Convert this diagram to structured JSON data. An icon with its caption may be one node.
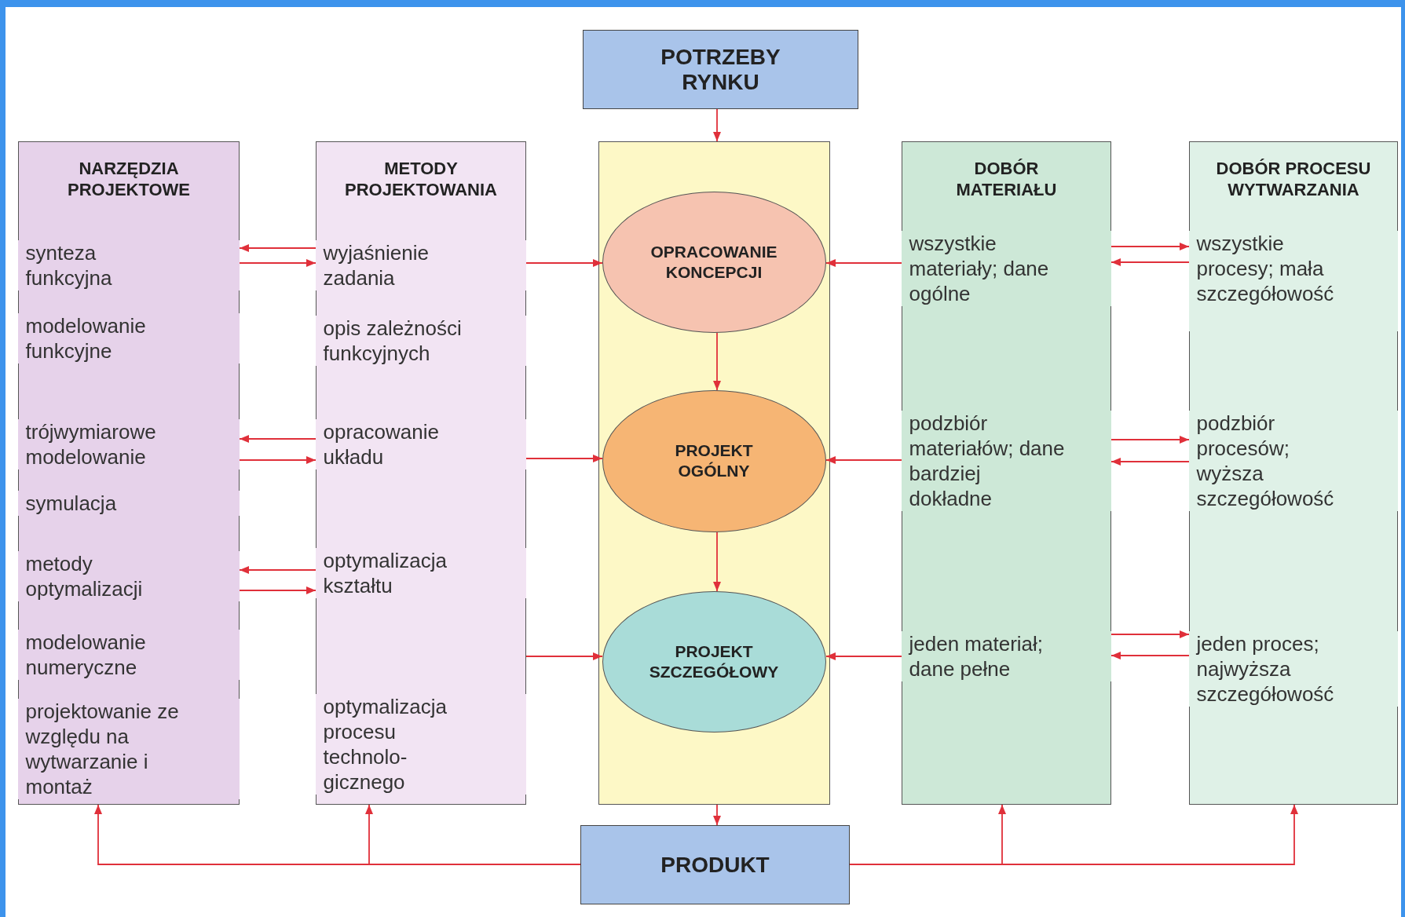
{
  "diagram": {
    "nodes": [
      {
        "text": [
          "POTRZEBY RYNKU"
        ]
      },
      {
        "text": [
          "NARZĘDZIA PROJEKTOWE"
        ]
      },
      {
        "text": [
          "synteza funkcyjna"
        ],
        "in": 1
      },
      {
        "text": [
          "modelowanie funkcyjne"
        ],
        "in": 1
      },
      {
        "text": [
          "trójwymiarowe modelowanie"
        ],
        "in": 1
      },
      {
        "text": [
          "symulacja"
        ],
        "in": 1
      },
      {
        "text": [
          "metody optymalizacji"
        ],
        "in": 1
      },
      {
        "text": [
          "modelowanie numeryczne"
        ],
        "in": 1
      },
      {
        "text": [
          "projektowanie ze względu na wytwarzanie i montaż"
        ],
        "in": 1
      },
      {
        "text": [
          "METODY PROJEKTOWANIA"
        ]
      },
      {
        "text": [
          "wyjaśnienie zadania"
        ],
        "in": 9
      },
      {
        "text": [
          "opis zależności funkcyjnych"
        ],
        "in": 9
      },
      {
        "text": [
          "opracowanie układu"
        ],
        "in": 9
      },
      {
        "text": [
          "optymalizacja kształtu"
        ],
        "in": 9
      },
      {
        "text": [
          "optymalizacja procesu technolo-gicznego"
        ],
        "in": 9
      },
      {
        "text": [],
        "shape": "box"
      },
      {
        "text": [
          "OPRACOWANIE KONCEPCJI"
        ],
        "in": 15
      },
      {
        "text": [
          "PROJEKT OGÓLNY"
        ],
        "in": 15
      },
      {
        "text": [
          "PROJEKT SZCZEGÓŁOWY"
        ],
        "in": 15
      },
      {
        "text": [
          "DOBÓR MATERIAŁU"
        ]
      },
      {
        "text": [
          "wszystkie materiały; dane ogólne"
        ],
        "in": 19
      },
      {
        "text": [
          "podzbiór materiałów; dane bardziej dokładne"
        ],
        "in": 19
      },
      {
        "text": [
          "jeden materiał; dane pełne"
        ],
        "in": 19
      },
      {
        "text": [
          "DOBÓR PROCESU WYTWARZANIA"
        ]
      },
      {
        "text": [
          "wszystkie procesy; mała szczegółowość"
        ],
        "in": 23
      },
      {
        "text": [
          "podzbiór procesów; wyższa szczegółowość"
        ],
        "in": 23
      },
      {
        "text": [
          "jeden proces; najwyższa szczegółowość"
        ],
        "in": 23
      },
      {
        "text": [
          "PRODUKT"
        ]
      }
    ],
    "edges": [
      {
        "from": 0,
        "to": 15,
        "arrow": "to"
      },
      {
        "from": 10,
        "to": 2,
        "arrow": "to"
      },
      {
        "from": 2,
        "to": 10,
        "arrow": "to"
      },
      {
        "from": 12,
        "to": 4,
        "arrow": "to"
      },
      {
        "from": 4,
        "to": 12,
        "arrow": "to"
      },
      {
        "from": 13,
        "to": 6,
        "arrow": "to"
      },
      {
        "from": 6,
        "to": 13,
        "arrow": "to"
      },
      {
        "from": 10,
        "to": 16,
        "arrow": "to"
      },
      {
        "from": 12,
        "to": 17,
        "arrow": "to"
      },
      {
        "from": 9,
        "to": 18,
        "arrow": "to"
      },
      {
        "from": 16,
        "to": 17,
        "arrow": "to"
      },
      {
        "from": 17,
        "to": 18,
        "arrow": "to"
      },
      {
        "from": 20,
        "to": 16,
        "arrow": "to"
      },
      {
        "from": 21,
        "to": 17,
        "arrow": "to"
      },
      {
        "from": 22,
        "to": 18,
        "arrow": "to"
      },
      {
        "from": 20,
        "to": 24,
        "arrow": "to"
      },
      {
        "from": 24,
        "to": 20,
        "arrow": "to"
      },
      {
        "from": 21,
        "to": 25,
        "arrow": "to"
      },
      {
        "from": 25,
        "to": 21,
        "arrow": "to"
      },
      {
        "from": 22,
        "to": 26,
        "arrow": "to"
      },
      {
        "from": 26,
        "to": 22,
        "arrow": "to"
      },
      {
        "from": 15,
        "to": 27,
        "arrow": "to"
      },
      {
        "from": 27,
        "to": 1,
        "arrow": "to"
      },
      {
        "from": 27,
        "to": 9,
        "arrow": "to"
      },
      {
        "from": 27,
        "to": 19,
        "arrow": "to"
      },
      {
        "from": 27,
        "to": 23,
        "arrow": "to"
      }
    ]
  }
}
